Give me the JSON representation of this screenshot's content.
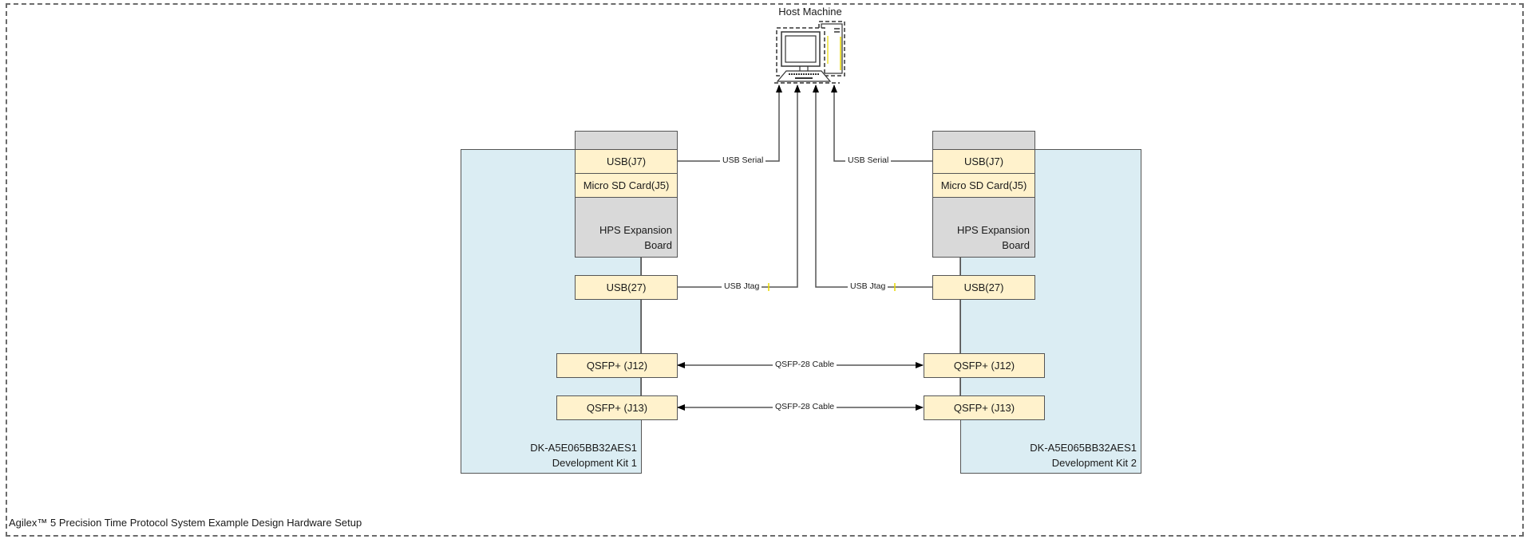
{
  "caption": "Agilex™ 5 Precision Time Protocol System Example Design Hardware Setup",
  "host": {
    "title": "Host Machine",
    "icon": "desktop-computer-icon"
  },
  "colors": {
    "kit_fill": "#dbedf3",
    "port_fill": "#fff2cc",
    "hps_fill": "#d9d9d9",
    "line": "#555555"
  },
  "kits": [
    {
      "name_line1": "DK-A5E065BB32AES1",
      "name_line2": "Development Kit 1",
      "hps": {
        "line1": "HPS Expansion",
        "line2": "Board"
      },
      "ports": {
        "usb_j7": "USB(J7)",
        "micro_sd": "Micro SD Card(J5)",
        "usb_27": "USB(27)",
        "qsfp_j12": "QSFP+ (J12)",
        "qsfp_j13": "QSFP+ (J13)"
      }
    },
    {
      "name_line1": "DK-A5E065BB32AES1",
      "name_line2": "Development Kit 2",
      "hps": {
        "line1": "HPS Expansion",
        "line2": "Board"
      },
      "ports": {
        "usb_j7": "USB(J7)",
        "micro_sd": "Micro SD Card(J5)",
        "usb_27": "USB(27)",
        "qsfp_j12": "QSFP+ (J12)",
        "qsfp_j13": "QSFP+ (J13)"
      }
    }
  ],
  "connections": {
    "usb_serial_1": "USB Serial",
    "usb_serial_2": "USB Serial",
    "usb_jtag_1": "USB Jtag",
    "usb_jtag_2": "USB Jtag",
    "qsfp_cable_1": "QSFP-28 Cable",
    "qsfp_cable_2": "QSFP-28 Cable"
  }
}
